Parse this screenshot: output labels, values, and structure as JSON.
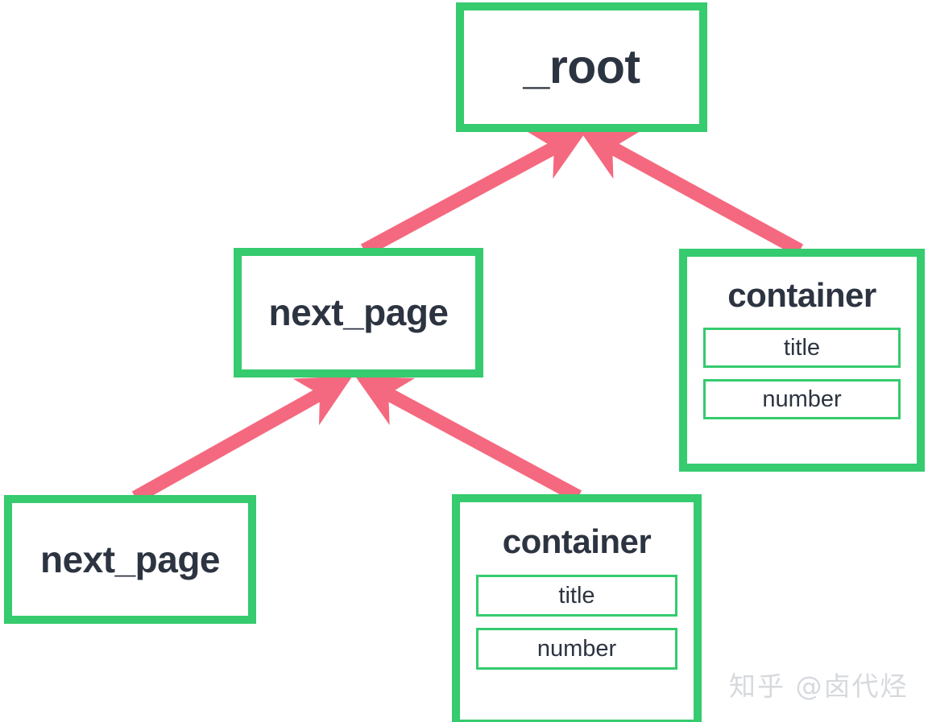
{
  "diagram": {
    "type": "tree",
    "title": "",
    "accent_color_node_border": "#35cb6e",
    "accent_color_arrow": "#f4697f",
    "text_color": "#2d3441",
    "background": "#ffffff",
    "nodes": [
      {
        "id": "root",
        "label": "_root",
        "fields": []
      },
      {
        "id": "next_page_1",
        "label": "next_page",
        "fields": []
      },
      {
        "id": "container_1",
        "label": "container",
        "fields": [
          "title",
          "number"
        ]
      },
      {
        "id": "next_page_2",
        "label": "next_page",
        "fields": []
      },
      {
        "id": "container_2",
        "label": "container",
        "fields": [
          "title",
          "number"
        ]
      }
    ],
    "edges": [
      {
        "from": "next_page_1",
        "to": "root"
      },
      {
        "from": "container_1",
        "to": "root"
      },
      {
        "from": "next_page_2",
        "to": "next_page_1"
      },
      {
        "from": "container_2",
        "to": "next_page_1"
      }
    ]
  },
  "watermark": {
    "text": "知乎 @卤代烃"
  }
}
